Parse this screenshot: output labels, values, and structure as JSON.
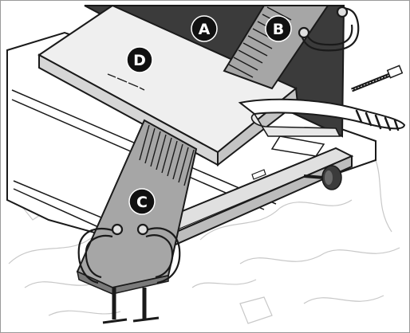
{
  "callouts": [
    {
      "id": "A",
      "label": "A"
    },
    {
      "id": "B",
      "label": "B"
    },
    {
      "id": "C",
      "label": "C"
    },
    {
      "id": "D",
      "label": "D"
    }
  ],
  "colors": {
    "outline": "#1a1a1a",
    "fence_dark": "#3b3b3b",
    "board_light": "#efefef",
    "featherboard": "#a6a6a6",
    "sketch": "#c8c8c8",
    "callout_fill": "#111111",
    "callout_text": "#ffffff"
  }
}
